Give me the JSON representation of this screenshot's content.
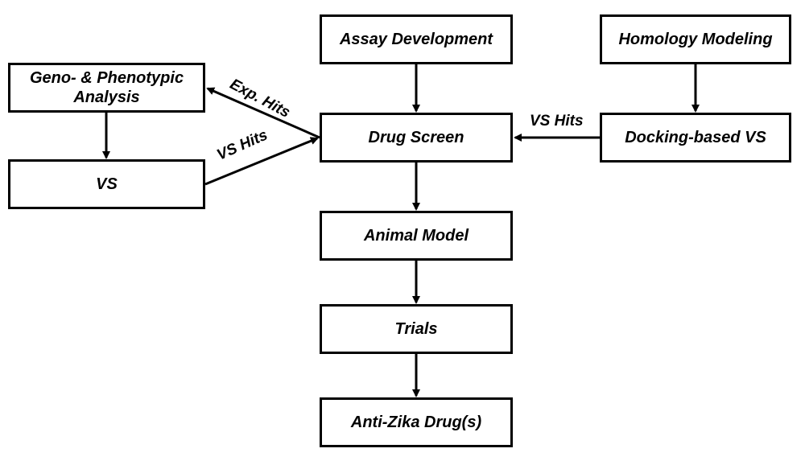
{
  "nodes": {
    "assay": "Assay Development",
    "homology": "Homology Modeling",
    "geno_line1": "Geno- & Phenotypic",
    "geno_line2": "Analysis",
    "drug_screen": "Drug Screen",
    "docking": "Docking-based VS",
    "vs": "VS",
    "animal": "Animal Model",
    "trials": "Trials",
    "anti_zika": "Anti-Zika Drug(s)"
  },
  "edge_labels": {
    "exp_hits": "Exp. Hits",
    "vs_hits_left": "VS Hits",
    "vs_hits_right": "VS Hits"
  },
  "edges": [
    {
      "from": "Assay Development",
      "to": "Drug Screen"
    },
    {
      "from": "Homology Modeling",
      "to": "Docking-based VS"
    },
    {
      "from": "Docking-based VS",
      "to": "Drug Screen",
      "label": "VS Hits"
    },
    {
      "from": "Drug Screen",
      "to": "Geno- & Phenotypic Analysis",
      "label": "Exp. Hits"
    },
    {
      "from": "Geno- & Phenotypic Analysis",
      "to": "VS"
    },
    {
      "from": "VS",
      "to": "Drug Screen",
      "label": "VS Hits"
    },
    {
      "from": "Drug Screen",
      "to": "Animal Model"
    },
    {
      "from": "Animal Model",
      "to": "Trials"
    },
    {
      "from": "Trials",
      "to": "Anti-Zika Drug(s)"
    }
  ],
  "colors": {
    "stroke": "#000000",
    "background": "#ffffff",
    "text": "#000000"
  }
}
